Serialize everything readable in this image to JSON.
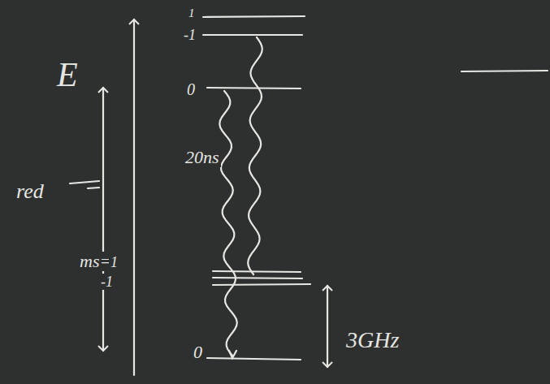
{
  "diagram": {
    "labels": [
      "E",
      "red",
      "1",
      "-1",
      "0",
      "20ns",
      "ms=",
      "1",
      "-1",
      "0",
      "3GHz"
    ]
  }
}
